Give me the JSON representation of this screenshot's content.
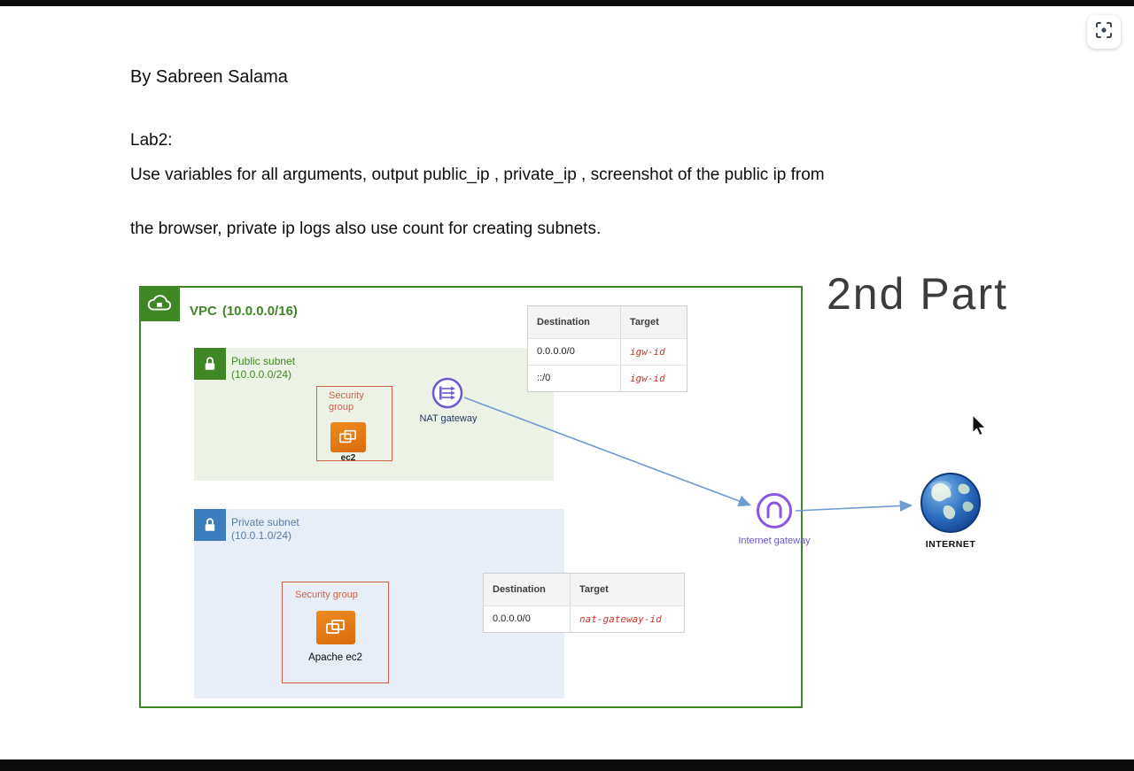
{
  "window": {
    "capture_button_icon": "screenshot-frame-icon"
  },
  "header": {
    "byline": "By Sabreen Salama",
    "lab_title": "Lab2:",
    "lab_line1": "Use variables for all arguments, output public_ip , private_ip , screenshot of the public ip from",
    "lab_line2": "the browser, private ip logs also use count for creating subnets."
  },
  "annotation": {
    "part_label": "2nd Part"
  },
  "diagram": {
    "vpc": {
      "name": "VPC",
      "cidr": "(10.0.0.0/16)"
    },
    "public_subnet": {
      "name": "Public subnet",
      "cidr": "(10.0.0.0/24)"
    },
    "public_security_group": {
      "label": "Security group",
      "instance": "ec2"
    },
    "nat_gateway": {
      "label": "NAT gateway"
    },
    "public_route_table": {
      "headers": [
        "Destination",
        "Target"
      ],
      "rows": [
        [
          "0.0.0.0/0",
          "igw-id"
        ],
        [
          "::/0",
          "igw-id"
        ]
      ]
    },
    "private_subnet": {
      "name": "Private subnet",
      "cidr": "(10.0.1.0/24)"
    },
    "private_security_group": {
      "label": "Security group",
      "instance": "Apache ec2"
    },
    "private_route_table": {
      "headers": [
        "Destination",
        "Target"
      ],
      "rows": [
        [
          "0.0.0.0/0",
          "nat-gateway-id"
        ]
      ]
    },
    "internet_gateway": {
      "label": "Internet gateway"
    },
    "internet": {
      "label": "INTERNET"
    }
  },
  "icons": {
    "capture": "screenshot-frame-icon",
    "vpc": "cloud-icon",
    "subnet": "lock-icon",
    "ec2": "instances-icon",
    "nat_gateway": "nat-router-icon",
    "internet_gateway": "gateway-arch-icon",
    "internet": "globe-icon",
    "cursor": "mouse-pointer-icon"
  },
  "colors": {
    "aws_green": "#3f8624",
    "subnet_green_bg": "#edf2e6",
    "subnet_blue_bg": "#e7eef7",
    "aws_blue": "#3e7dbd",
    "security_group_red": "#cf5f45",
    "ec2_orange": "#e07b12",
    "gateway_purple": "#8a55e8",
    "route_target_red": "#c5392e",
    "arrow_blue": "#6f9bd2"
  }
}
